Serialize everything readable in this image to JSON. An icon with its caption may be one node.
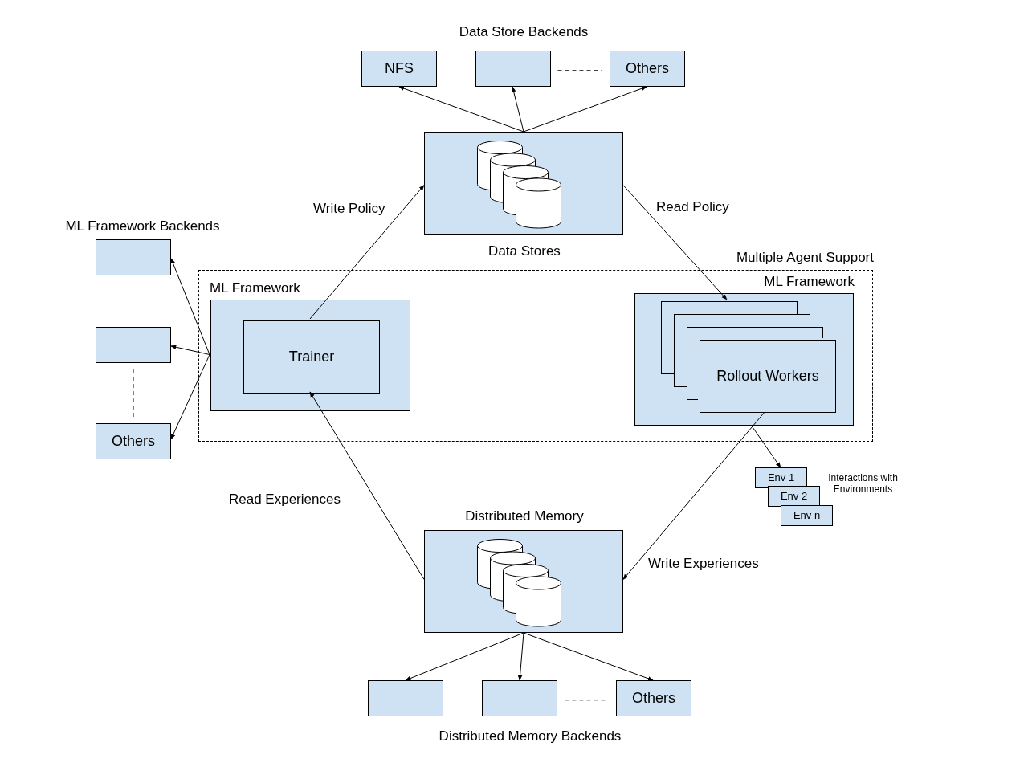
{
  "diagram": {
    "nodes": [
      {
        "text": [
          "NFS"
        ]
      },
      {
        "text": [],
        "shape": "box"
      },
      {
        "text": [
          "Others"
        ]
      },
      {
        "text": [
          "Data Stores"
        ]
      },
      {
        "text": [
          "Multiple Agent Support"
        ]
      },
      {
        "text": [
          "ML Framework"
        ],
        "in": 4
      },
      {
        "text": [
          "Trainer"
        ],
        "in": 5
      },
      {
        "text": [
          "ML Framework"
        ],
        "in": 4
      },
      {
        "text": [],
        "shape": "box",
        "in": 7
      },
      {
        "text": [
          "Rollout Workers"
        ],
        "in": 8
      },
      {
        "text": [],
        "shape": "box"
      },
      {
        "text": [],
        "shape": "box"
      },
      {
        "text": [
          "Others"
        ]
      },
      {
        "text": [
          "Env 1"
        ]
      },
      {
        "text": [
          "Env 2"
        ]
      },
      {
        "text": [
          "Env n"
        ]
      },
      {
        "text": [
          "Distributed Memory"
        ]
      },
      {
        "text": [],
        "shape": "box"
      },
      {
        "text": [],
        "shape": "box"
      },
      {
        "text": [
          "Others"
        ]
      }
    ],
    "edges": [
      {
        "from": 3,
        "to": 0,
        "arrow": "to"
      },
      {
        "from": 3,
        "to": 1,
        "arrow": "to"
      },
      {
        "from": 3,
        "to": 2,
        "arrow": "to"
      },
      {
        "from": 1,
        "to": 2,
        "arrow": "none",
        "style": "dashed"
      },
      {
        "from": 5,
        "to": 10,
        "arrow": "to"
      },
      {
        "from": 5,
        "to": 11,
        "arrow": "to"
      },
      {
        "from": 5,
        "to": 12,
        "arrow": "to"
      },
      {
        "from": 11,
        "to": 12,
        "arrow": "none",
        "style": "dashed"
      },
      {
        "from": 6,
        "to": 3,
        "arrow": "to",
        "label": "Write Policy"
      },
      {
        "from": 3,
        "to": 8,
        "arrow": "to",
        "label": "Read Policy"
      },
      {
        "from": 16,
        "to": 6,
        "arrow": "to",
        "label": "Read Experiences"
      },
      {
        "from": 9,
        "to": 16,
        "arrow": "to",
        "label": "Write Experiences"
      },
      {
        "from": 7,
        "to": 13,
        "arrow": "to"
      },
      {
        "from": 16,
        "to": 17,
        "arrow": "to"
      },
      {
        "from": 16,
        "to": 18,
        "arrow": "to"
      },
      {
        "from": 16,
        "to": 19,
        "arrow": "to"
      },
      {
        "from": 18,
        "to": 19,
        "arrow": "none",
        "style": "dashed"
      }
    ],
    "labels": [
      "Data Store Backends",
      "ML Framework Backends",
      "Interactions with Environments",
      "Distributed Memory Backends"
    ]
  }
}
